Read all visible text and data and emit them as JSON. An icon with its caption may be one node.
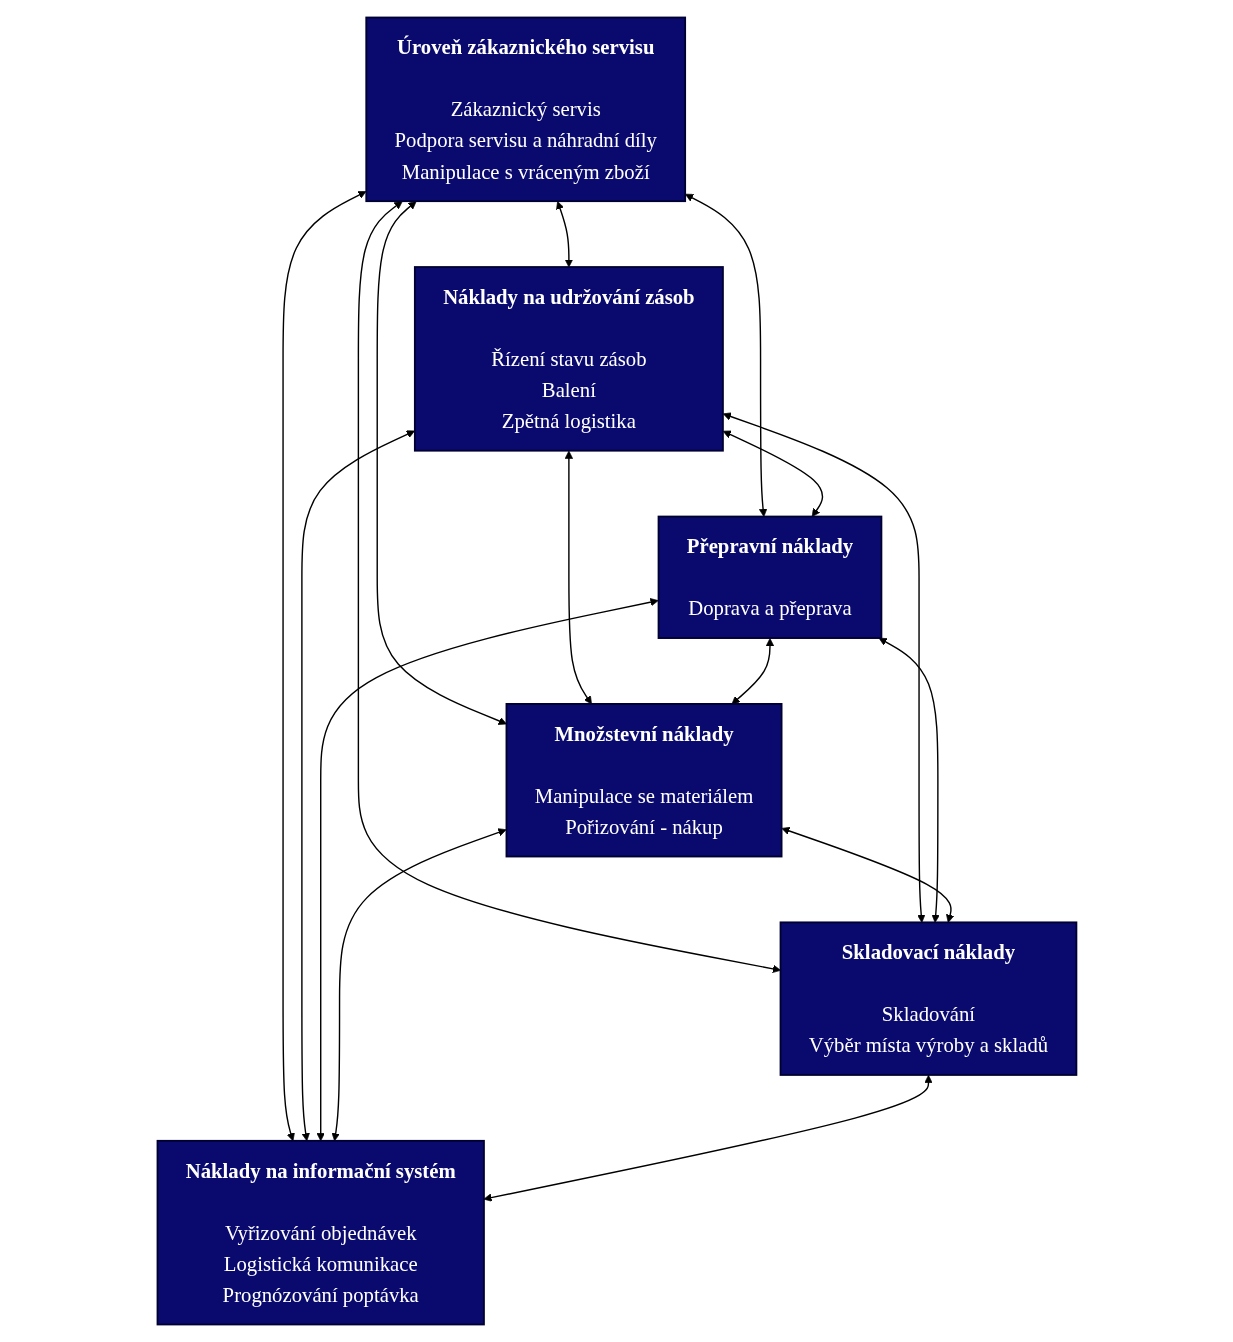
{
  "diagram": {
    "nodes": [
      {
        "text": [
          "Úroveň zákaznického servisu",
          "Zákaznický servis",
          "Podpora servisu a náhradní díly",
          "Manipulace s vráceným zboží"
        ]
      },
      {
        "text": [
          "Náklady na udržování zásob",
          "Řízení stavu zásob",
          "Balení",
          "Zpětná logistika"
        ]
      },
      {
        "text": [
          "Přepravní náklady",
          "Doprava a přeprava"
        ]
      },
      {
        "text": [
          "Množstevní náklady",
          "Manipulace se materiálem",
          "Pořizování - nákup"
        ]
      },
      {
        "text": [
          "Skladovací náklady",
          "Skladování",
          "Výběr místa výroby a skladů"
        ]
      },
      {
        "text": [
          "Náklady na informační systém",
          "Vyřizování objednávek",
          "Logistická komunikace",
          "Prognózování poptávka"
        ]
      }
    ],
    "edges": [
      {
        "from": 0,
        "to": 1,
        "arrow": "both"
      },
      {
        "from": 0,
        "to": 2,
        "arrow": "both"
      },
      {
        "from": 0,
        "to": 3,
        "arrow": "both"
      },
      {
        "from": 0,
        "to": 4,
        "arrow": "both"
      },
      {
        "from": 0,
        "to": 5,
        "arrow": "both"
      },
      {
        "from": 1,
        "to": 2,
        "arrow": "both"
      },
      {
        "from": 1,
        "to": 3,
        "arrow": "both"
      },
      {
        "from": 1,
        "to": 4,
        "arrow": "both"
      },
      {
        "from": 1,
        "to": 5,
        "arrow": "both"
      },
      {
        "from": 2,
        "to": 3,
        "arrow": "both"
      },
      {
        "from": 2,
        "to": 4,
        "arrow": "both"
      },
      {
        "from": 2,
        "to": 5,
        "arrow": "both"
      },
      {
        "from": 3,
        "to": 4,
        "arrow": "both"
      },
      {
        "from": 3,
        "to": 5,
        "arrow": "both"
      },
      {
        "from": 4,
        "to": 5,
        "arrow": "both"
      }
    ]
  }
}
